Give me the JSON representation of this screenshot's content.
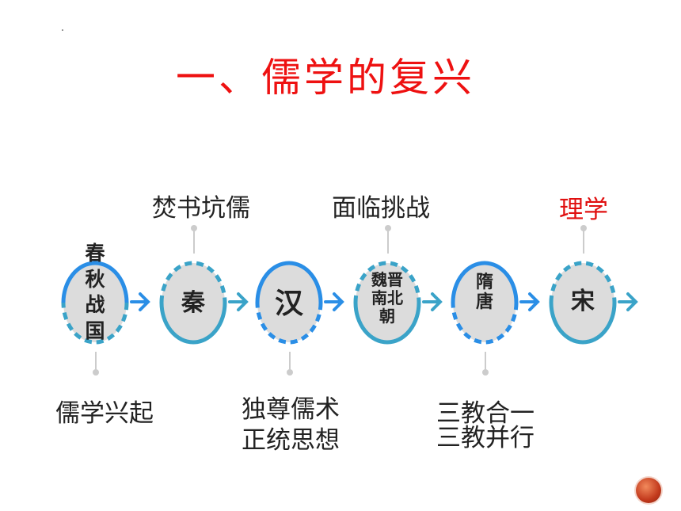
{
  "title": "一、儒学的复兴",
  "colors": {
    "title": "#ee1111",
    "ring_solid": "#2a8ee6",
    "ring_dashed": "#3aa3c8",
    "disc": "#dcdcdc",
    "highlight_caption": "#e01010"
  },
  "eras": [
    {
      "label": "春\n秋\n战\n国",
      "caption_bottom": "儒学兴起"
    },
    {
      "label": "秦",
      "caption_top": "焚书坑儒"
    },
    {
      "label": "汉",
      "caption_bottom": "独尊儒术\n正统思想"
    },
    {
      "label": "魏晋\n南北\n朝",
      "caption_top": "面临挑战"
    },
    {
      "label": "隋\n唐",
      "caption_bottom": "三教合一\n三教并行"
    },
    {
      "label": "宋",
      "caption_top": "理学"
    }
  ],
  "icons": {
    "arrow": "chevron-right-arrow-icon",
    "badge": "page-badge-icon"
  }
}
